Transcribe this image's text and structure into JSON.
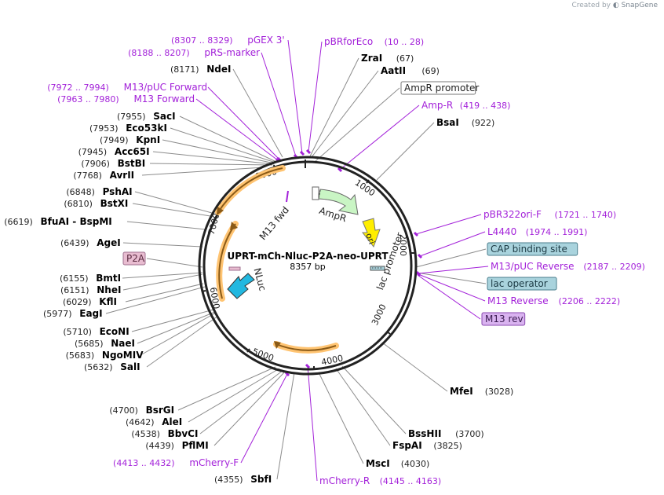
{
  "credit": {
    "prefix": "Created by",
    "brand": "SnapGene"
  },
  "plasmid": {
    "name": "UPRT-mCh-Nluc-P2A-neo-UPRT",
    "size_label": "8357 bp"
  },
  "ticks": [
    "1000",
    "2000",
    "3000",
    "4000",
    "5000",
    "6000",
    "7000",
    "8000"
  ],
  "features": {
    "ampr": "AmpR",
    "ori": "ori",
    "lac_promoter": "lac promoter",
    "nluc": "NLuc",
    "m13_fwd": "M13 fwd"
  },
  "labels": [
    {
      "id": "pgex3",
      "pos": "(8307 .. 8329)",
      "name": "pGEX 3'",
      "kind": "primer"
    },
    {
      "id": "prs",
      "pos": "(8188 .. 8207)",
      "name": "pRS-marker",
      "kind": "primer"
    },
    {
      "id": "ndei",
      "pos": "(8171)",
      "name": "NdeI",
      "kind": "enzyme"
    },
    {
      "id": "m13puc-f",
      "pos": "(7972 .. 7994)",
      "name": "M13/pUC Forward",
      "kind": "primer"
    },
    {
      "id": "m13f",
      "pos": "(7963 .. 7980)",
      "name": "M13 Forward",
      "kind": "primer"
    },
    {
      "id": "saci",
      "pos": "(7955)",
      "name": "SacI",
      "kind": "enzyme"
    },
    {
      "id": "eco53ki",
      "pos": "(7953)",
      "name": "Eco53kI",
      "kind": "enzyme"
    },
    {
      "id": "kpni",
      "pos": "(7949)",
      "name": "KpnI",
      "kind": "enzyme"
    },
    {
      "id": "acc65i",
      "pos": "(7945)",
      "name": "Acc65I",
      "kind": "enzyme"
    },
    {
      "id": "bstbi",
      "pos": "(7906)",
      "name": "BstBI",
      "kind": "enzyme"
    },
    {
      "id": "avrii",
      "pos": "(7768)",
      "name": "AvrII",
      "kind": "enzyme"
    },
    {
      "id": "pshai",
      "pos": "(6848)",
      "name": "PshAI",
      "kind": "enzyme"
    },
    {
      "id": "bstxi",
      "pos": "(6810)",
      "name": "BstXI",
      "kind": "enzyme"
    },
    {
      "id": "bfuai",
      "pos": "(6619)",
      "name": "BfuAI  - BspMI",
      "kind": "enzyme"
    },
    {
      "id": "agei",
      "pos": "(6439)",
      "name": "AgeI",
      "kind": "enzyme"
    },
    {
      "id": "p2a",
      "pos": "",
      "name": "P2A",
      "kind": "box",
      "bg": "#e8bcd0",
      "border": "#a07090",
      "color": "#5a2a40"
    },
    {
      "id": "bmti",
      "pos": "(6155)",
      "name": "BmtI",
      "kind": "enzyme"
    },
    {
      "id": "nhei",
      "pos": "(6151)",
      "name": "NheI",
      "kind": "enzyme"
    },
    {
      "id": "kfli",
      "pos": "(6029)",
      "name": "KflI",
      "kind": "enzyme"
    },
    {
      "id": "eagi",
      "pos": "(5977)",
      "name": "EagI",
      "kind": "enzyme"
    },
    {
      "id": "econi",
      "pos": "(5710)",
      "name": "EcoNI",
      "kind": "enzyme"
    },
    {
      "id": "naei",
      "pos": "(5685)",
      "name": "NaeI",
      "kind": "enzyme"
    },
    {
      "id": "ngomiv",
      "pos": "(5683)",
      "name": "NgoMIV",
      "kind": "enzyme"
    },
    {
      "id": "sali",
      "pos": "(5632)",
      "name": "SalI",
      "kind": "enzyme"
    },
    {
      "id": "bsrgi",
      "pos": "(4700)",
      "name": "BsrGI",
      "kind": "enzyme"
    },
    {
      "id": "alei",
      "pos": "(4642)",
      "name": "AleI",
      "kind": "enzyme"
    },
    {
      "id": "bbvci",
      "pos": "(4538)",
      "name": "BbvCI",
      "kind": "enzyme"
    },
    {
      "id": "pflmi",
      "pos": "(4439)",
      "name": "PflMI",
      "kind": "enzyme"
    },
    {
      "id": "mcherry-f",
      "pos": "(4413 .. 4432)",
      "name": "mCherry-F",
      "kind": "primer"
    },
    {
      "id": "sbfi",
      "pos": "(4355)",
      "name": "SbfI",
      "kind": "enzyme"
    },
    {
      "id": "mcherry-r",
      "pos": "(4145 .. 4163)",
      "name": "mCherry-R",
      "kind": "primer"
    },
    {
      "id": "msci",
      "pos": "(4030)",
      "name": "MscI",
      "kind": "enzyme"
    },
    {
      "id": "fspai",
      "pos": "(3825)",
      "name": "FspAI",
      "kind": "enzyme"
    },
    {
      "id": "bsshii",
      "pos": "(3700)",
      "name": "BssHII",
      "kind": "enzyme"
    },
    {
      "id": "mfei",
      "pos": "(3028)",
      "name": "MfeI",
      "kind": "enzyme"
    },
    {
      "id": "m13rev",
      "pos": "",
      "name": "M13 rev",
      "kind": "box",
      "bg": "#d9b3f0",
      "border": "#8a4ab0",
      "color": "#3a1a50"
    },
    {
      "id": "m13r",
      "pos": "(2206 .. 2222)",
      "name": "M13 Reverse",
      "kind": "primer"
    },
    {
      "id": "lacop",
      "pos": "",
      "name": "lac operator",
      "kind": "box",
      "bg": "#a9d3dd",
      "border": "#4a7e8c",
      "color": "#1c3a44"
    },
    {
      "id": "m13puc-r",
      "pos": "(2187 .. 2209)",
      "name": "M13/pUC Reverse",
      "kind": "primer"
    },
    {
      "id": "cap",
      "pos": "",
      "name": "CAP binding site",
      "kind": "box",
      "bg": "#a9d3dd",
      "border": "#4a7e8c",
      "color": "#1c3a44"
    },
    {
      "id": "l4440",
      "pos": "(1974 .. 1991)",
      "name": "L4440",
      "kind": "primer"
    },
    {
      "id": "pbr322ori",
      "pos": "(1721 .. 1740)",
      "name": "pBR322ori-F",
      "kind": "primer"
    },
    {
      "id": "bsai",
      "pos": "(922)",
      "name": "BsaI",
      "kind": "enzyme"
    },
    {
      "id": "amp-r",
      "pos": "(419 .. 438)",
      "name": "Amp-R",
      "kind": "primer"
    },
    {
      "id": "ampr-prom",
      "pos": "",
      "name": "AmpR promoter",
      "kind": "box",
      "bg": "#ffffff",
      "border": "#777777",
      "color": "#222222"
    },
    {
      "id": "aatii",
      "pos": "(69)",
      "name": "AatII",
      "kind": "enzyme"
    },
    {
      "id": "zrai",
      "pos": "(67)",
      "name": "ZraI",
      "kind": "enzyme"
    },
    {
      "id": "pbrforeco",
      "pos": "(10 .. 28)",
      "name": "pBRforEco",
      "kind": "primer"
    }
  ],
  "colors": {
    "primer": "#a321d9",
    "enzyme_name": "#000000",
    "enzyme_pos": "#222222",
    "backbone": "#222222",
    "ampr_fill": "#c9f5c4",
    "ori_fill": "#ffee00",
    "nluc_fill": "#22b8e0",
    "orange_arrow": "#ffc472",
    "brown_arrow": "#8a5a17"
  }
}
